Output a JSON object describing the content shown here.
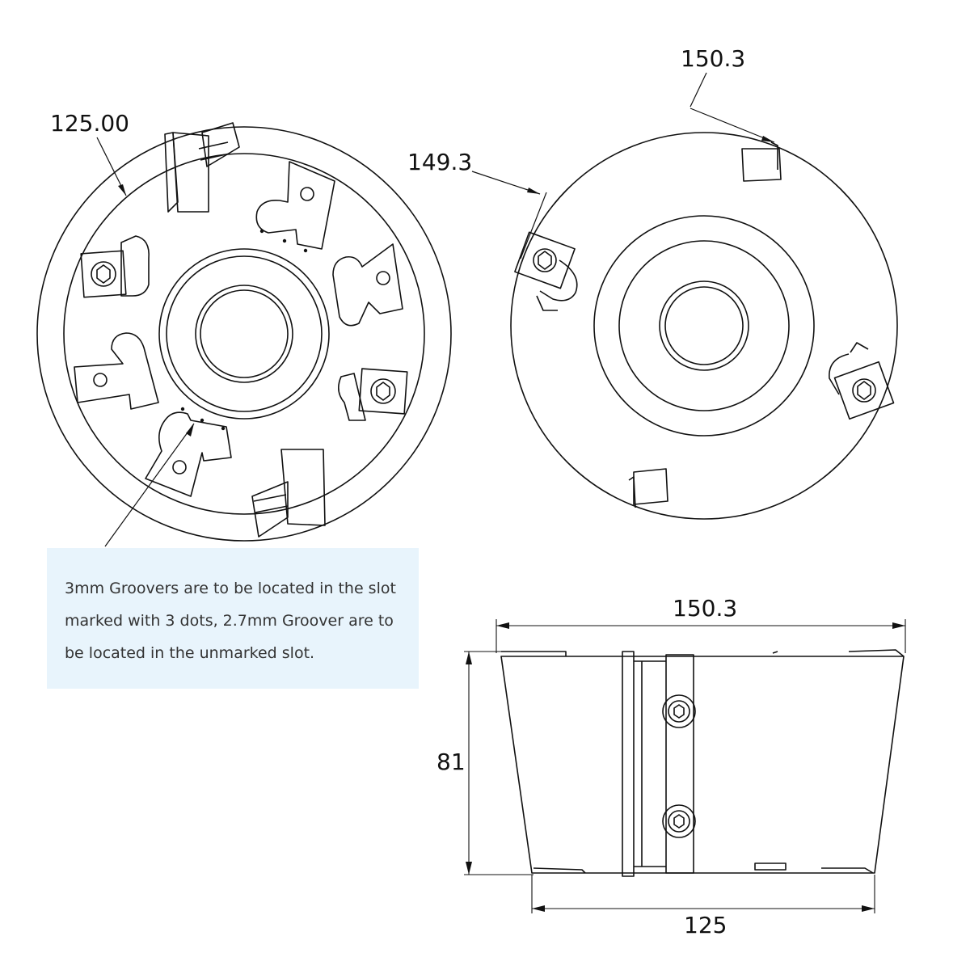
{
  "dimensions": {
    "front_outer_diameter": "125.00",
    "rear_tip_diameter": "150.3",
    "rear_body_diameter": "149.3",
    "side_top_width": "150.3",
    "side_height": "81",
    "side_bottom_width": "125"
  },
  "note": {
    "lines": [
      "3mm Groovers are to be located in the slot",
      "marked with 3 dots, 2.7mm Groover are to",
      "be located in the unmarked slot."
    ]
  },
  "colors": {
    "line": "#111111",
    "note_background": "#e8f4fc",
    "note_text": "#333333"
  }
}
